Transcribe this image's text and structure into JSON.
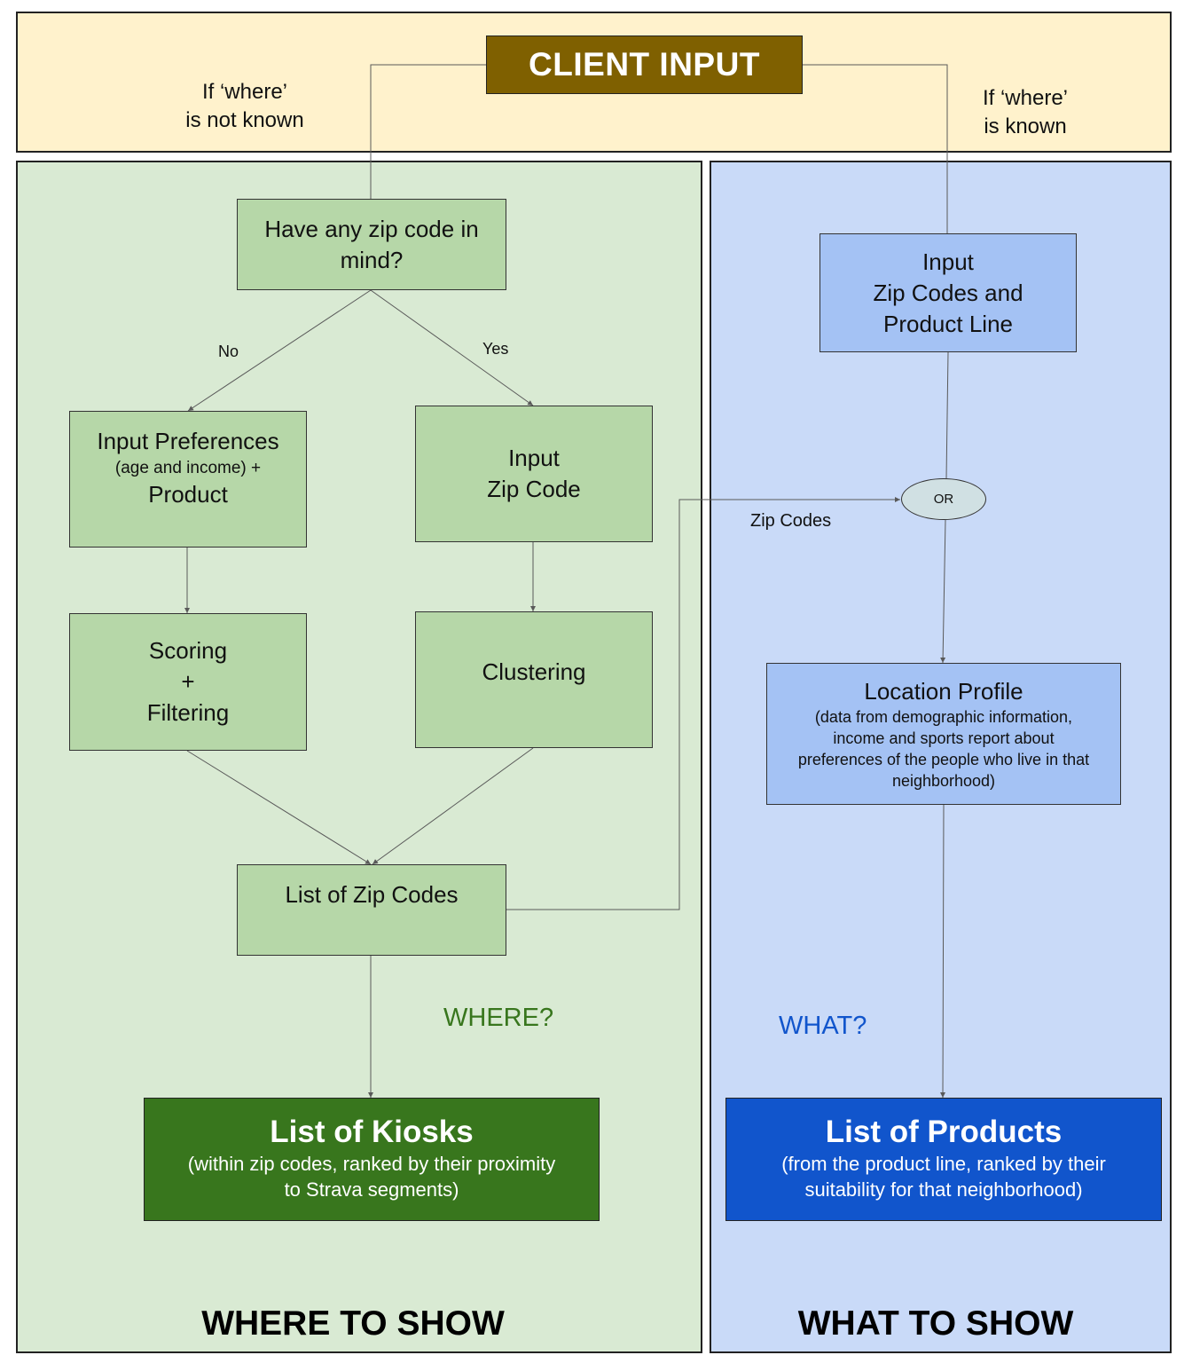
{
  "colors": {
    "top_band": "#fff2cc",
    "left_panel": "#d9ead3",
    "right_panel": "#c9daf8",
    "green_box": "#b6d7a8",
    "blue_box": "#a4c2f4",
    "client_box": "#7f6000",
    "kiosks_box": "#38761d",
    "products_box": "#1155cc",
    "where_accent": "#38761d",
    "what_accent": "#1155cc",
    "or_node": "#d0e0e3",
    "connector": "#595959"
  },
  "top": {
    "client_input": "CLIENT INPUT",
    "where_unknown_line1": "If ‘where’",
    "where_unknown_line2": "is not known",
    "where_known_line1": "If ‘where’",
    "where_known_line2": "is known"
  },
  "left": {
    "question_line1": "Have any zip code in",
    "question_line2": "mind?",
    "branch_no": "No",
    "branch_yes": "Yes",
    "prefs_line1": "Input Preferences",
    "prefs_line2": "(age and income) +",
    "prefs_line3": "Product",
    "zip_line1": "Input",
    "zip_line2": "Zip Code",
    "scoring_line1": "Scoring",
    "scoring_line2": "+",
    "scoring_line3": "Filtering",
    "clustering": "Clustering",
    "list_zip": "List of Zip Codes",
    "where_label": "WHERE?",
    "kiosks_title": "List of Kiosks",
    "kiosks_sub1": "(within zip codes, ranked by their proximity",
    "kiosks_sub2": "to Strava segments)",
    "footer": "WHERE TO SHOW"
  },
  "right": {
    "input_line1": "Input",
    "input_line2": "Zip Codes and",
    "input_line3": "Product Line",
    "or_node": "OR",
    "zip_codes_label": "Zip Codes",
    "profile_title": "Location Profile",
    "profile_sub1": "(data from demographic information,",
    "profile_sub2": "income and sports report about",
    "profile_sub3": "preferences of the people who live in that",
    "profile_sub4": "neighborhood)",
    "what_label": "WHAT?",
    "products_title": "List of Products",
    "products_sub1": "(from the product line, ranked by their",
    "products_sub2": "suitability for that neighborhood)",
    "footer": "WHAT TO SHOW"
  }
}
